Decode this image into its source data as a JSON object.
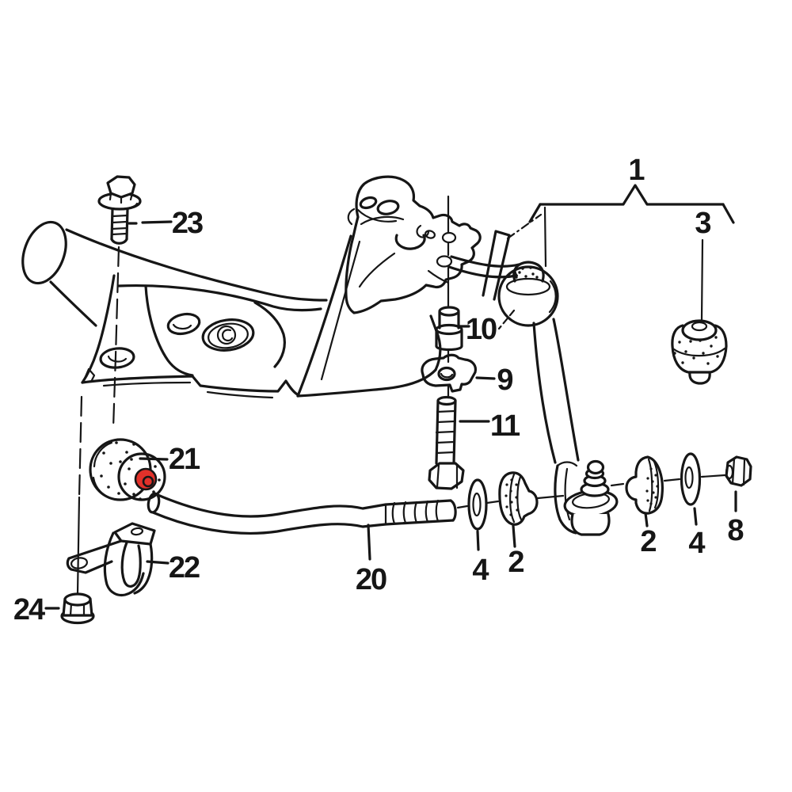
{
  "diagram": {
    "background_color": "#ffffff",
    "ink_color": "#161616",
    "highlight_color": "#e2312a",
    "highlighted_callout": "21",
    "callouts": {
      "c1": {
        "text": "1"
      },
      "c2_left": {
        "text": "2"
      },
      "c2_right": {
        "text": "2"
      },
      "c3": {
        "text": "3"
      },
      "c4_left": {
        "text": "4"
      },
      "c4_right": {
        "text": "4"
      },
      "c8": {
        "text": "8"
      },
      "c9": {
        "text": "9"
      },
      "c10": {
        "text": "10"
      },
      "c11": {
        "text": "11"
      },
      "c20": {
        "text": "20"
      },
      "c21": {
        "text": "21"
      },
      "c22": {
        "text": "22"
      },
      "c23": {
        "text": "23"
      },
      "c24": {
        "text": "24"
      }
    }
  }
}
